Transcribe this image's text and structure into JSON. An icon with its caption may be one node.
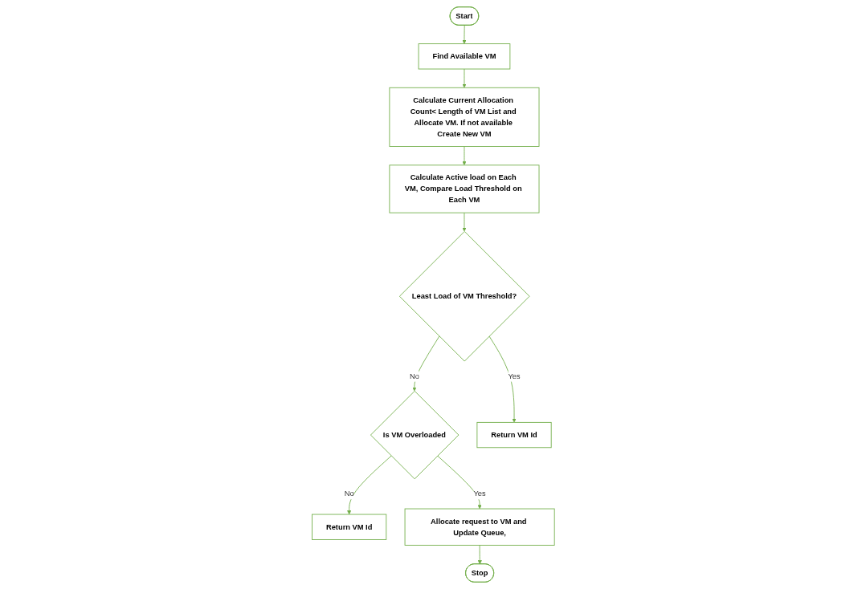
{
  "diagram": {
    "nodes": [
      {
        "text": [
          "Start"
        ]
      },
      {
        "text": [
          "Find Available VM"
        ]
      },
      {
        "text": [
          "Calculate Current Allocation Count< Length of VM List and Allocate VM. If not available Create New VM"
        ]
      },
      {
        "text": [
          "Calculate Active load on Each VM, Compare Load Threshold on Each VM"
        ]
      },
      {
        "text": [
          "Return VM Id"
        ]
      },
      {
        "text": [
          "Is VM Overloaded"
        ]
      },
      {
        "text": [
          "Least Load of VM Threshold?"
        ]
      },
      {
        "text": [
          "Return VM Id"
        ]
      },
      {
        "text": [
          "Allocate request to VM and Update Queue,"
        ]
      },
      {
        "text": [
          "Stop"
        ]
      }
    ],
    "edges": [
      {
        "from": 0,
        "to": 1,
        "arrow": "to"
      },
      {
        "from": 1,
        "to": 2,
        "arrow": "to"
      },
      {
        "from": 2,
        "to": 3,
        "arrow": "to"
      },
      {
        "from": 3,
        "to": 6,
        "arrow": "to"
      },
      {
        "from": 6,
        "to": 5,
        "label": "No",
        "arrow": "to"
      },
      {
        "from": 6,
        "to": 7,
        "label": "Yes",
        "arrow": "to"
      },
      {
        "from": 5,
        "to": 4,
        "label": "No",
        "arrow": "to"
      },
      {
        "from": 5,
        "to": 8,
        "label": "Yes",
        "arrow": "to"
      },
      {
        "from": 8,
        "to": 9,
        "arrow": "to"
      }
    ]
  }
}
